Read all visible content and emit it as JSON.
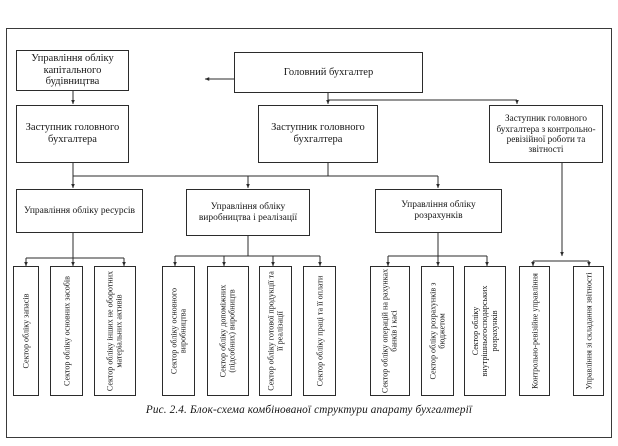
{
  "figure": {
    "caption": "Рис. 2.4. Блок-схема комбінованої структури апарату бухгалтерії",
    "type": "org-chart",
    "orientation": "top-down",
    "border_color": "#3a3a3a",
    "box_border_color": "#2b2b2b",
    "background": "#ffffff"
  },
  "nodes": {
    "chief_accountant": "Головний бухгалтер",
    "capital_construction": "Управління обліку капітального будівництва",
    "deputy_left": "Заступник головного бухгалтера",
    "deputy_center": "Заступник головного бухгалтера",
    "deputy_audit": "Заступник головного бухгалтера з контрольно-ревізійної роботи та звітності",
    "dept_resources": "Управління обліку ресурсів",
    "dept_production": "Управління обліку виробництва і реалізації",
    "dept_settlements": "Управління обліку розрахунків"
  },
  "sectors": {
    "resources": [
      "Сектор обліку запасів",
      "Сектор обліку основних засобів",
      "Сектор обліку інших не оборотних матеріальних активів"
    ],
    "production": [
      "Сектор обліку основного виробництва",
      "Сектор обліку допоміжних (підсобних) виробництв",
      "Сектор обліку готової продукції та її реалізації",
      "Сектор обліку праці та її оплати"
    ],
    "settlements": [
      "Сектор обліку операцій на рахунках банків і касі",
      "Сектор обліку розрахунків з бюджетом",
      "Сектор обліку внутрішньогосподарських розрахунків"
    ],
    "audit": [
      "Контрольно-ревізійне управління",
      "Управління зі складання звітності"
    ]
  }
}
